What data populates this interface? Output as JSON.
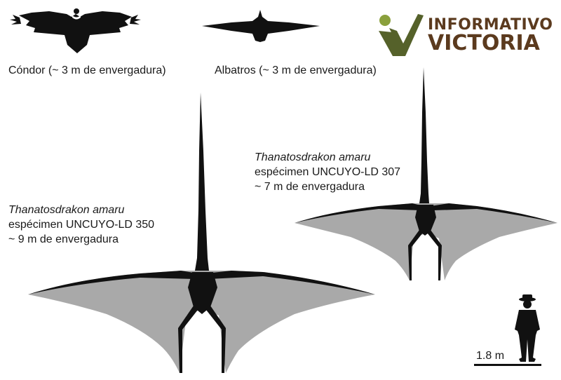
{
  "brand": {
    "line1": "INFORMATIVO",
    "line2": "VICTORIA",
    "colors": {
      "line1": "#5b3a1e",
      "line2": "#5b3a1e",
      "check_dark": "#55612a",
      "check_light": "#8aa03c"
    }
  },
  "captions": {
    "condor": "Cóndor (~ 3 m de envergadura)",
    "albatros": "Albatros (~ 3 m de envergadura)",
    "specimen_large": {
      "name": "Thanatosdrakon amaru",
      "specimen": "espécimen UNCUYO-LD 350",
      "wingspan": "~ 9 m de envergadura"
    },
    "specimen_small": {
      "name": "Thanatosdrakon amaru",
      "specimen": "espécimen UNCUYO-LD 307",
      "wingspan": "~ 7 m de envergadura"
    }
  },
  "scale_bar": {
    "label": "1.8 m"
  },
  "colors": {
    "silhouette": "#111111",
    "membrane": "#a9a9a9",
    "background": "#ffffff"
  },
  "icons": [
    "condor-silhouette-icon",
    "albatross-silhouette-icon",
    "pterosaur-silhouette-icon",
    "human-silhouette-icon",
    "checkmark-logo-icon"
  ]
}
